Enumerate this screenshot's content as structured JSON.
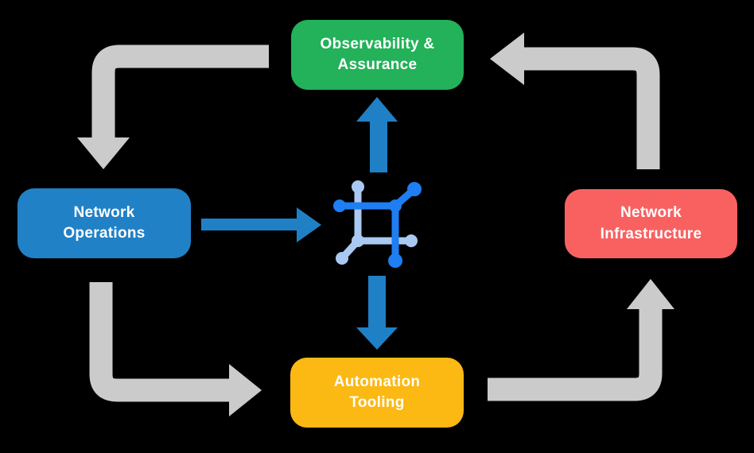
{
  "colors": {
    "background": "#000000",
    "cycle_arrow": "#CBCBCB",
    "hub_arrow": "#2080C6",
    "text": "#FFFFFF"
  },
  "nodes": {
    "observability": {
      "label": "Observability &\nAssurance",
      "color": "#23B159",
      "text_color": "#FFFFFF"
    },
    "operations": {
      "label": "Network\nOperations",
      "color": "#2181C6",
      "text_color": "#FFFFFF"
    },
    "infrastructure": {
      "label": "Network\nInfrastructure",
      "color": "#F96161",
      "text_color": "#FFFFFF"
    },
    "tooling": {
      "label": "Automation\nTooling",
      "color": "#FCB813",
      "text_color": "#FFFFFF"
    }
  },
  "hub_icon": {
    "name": "network-mesh-icon",
    "dark": "#1E7EF2",
    "light": "#A9C9F2"
  },
  "edges": {
    "cycle": [
      {
        "from": "Observability & Assurance",
        "to": "Network Operations",
        "style": "gray elbow arrow, down"
      },
      {
        "from": "Network Operations",
        "to": "Automation Tooling",
        "style": "gray elbow arrow, right"
      },
      {
        "from": "Automation Tooling",
        "to": "Network Infrastructure",
        "style": "gray elbow arrow, up"
      },
      {
        "from": "Network Infrastructure",
        "to": "Observability & Assurance",
        "style": "gray elbow arrow, left"
      }
    ],
    "hub": [
      {
        "from": "Network Operations",
        "to": "network-mesh-icon",
        "style": "blue straight arrow, right"
      },
      {
        "from": "network-mesh-icon",
        "to": "Observability & Assurance",
        "style": "blue straight arrow, up"
      },
      {
        "from": "network-mesh-icon",
        "to": "Automation Tooling",
        "style": "blue straight arrow, down"
      }
    ]
  }
}
